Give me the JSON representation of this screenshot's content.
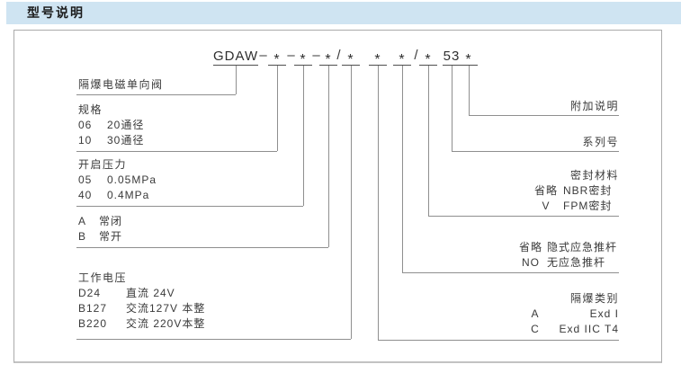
{
  "header": {
    "title": "型号说明"
  },
  "model_code": {
    "full": "GDAW-*-*-*/* * */* 53 *",
    "tokens": [
      "GDAW",
      "–",
      "*",
      "–",
      "*",
      "–",
      "*",
      "/",
      "*",
      "*",
      "*",
      "/",
      "*",
      "53",
      "*"
    ]
  },
  "left_blocks": [
    {
      "title": "隔爆电磁单向阀",
      "rows": []
    },
    {
      "title": "规格",
      "rows": [
        {
          "c": "06",
          "d": "20通径"
        },
        {
          "c": "10",
          "d": "30通径"
        }
      ]
    },
    {
      "title": "开启压力",
      "rows": [
        {
          "c": "05",
          "d": "0.05MPa"
        },
        {
          "c": "40",
          "d": "0.4MPa"
        }
      ]
    },
    {
      "title": "",
      "rows": [
        {
          "c": "A",
          "d": "常闭"
        },
        {
          "c": "B",
          "d": "常开"
        }
      ]
    },
    {
      "title": "工作电压",
      "rows": [
        {
          "c": "D24",
          "d": "直流 24V"
        },
        {
          "c": "B127",
          "d": "交流127V 本整"
        },
        {
          "c": "B220",
          "d": "交流 220V本整"
        }
      ]
    }
  ],
  "right_blocks": [
    {
      "title": "附加说明",
      "rows": []
    },
    {
      "title": "系列号",
      "rows": []
    },
    {
      "title": "密封材料",
      "rows": [
        {
          "c": "省略",
          "d": "NBR密封"
        },
        {
          "c": "V",
          "d": "FPM密封"
        }
      ]
    },
    {
      "title": "",
      "rows": [
        {
          "c": "省略",
          "d": "隐式应急推杆"
        },
        {
          "c": "NO",
          "d": "无应急推杆"
        }
      ]
    },
    {
      "title": "隔爆类别",
      "rows": [
        {
          "c": "A",
          "d": "Exd I"
        },
        {
          "c": "C",
          "d": "Exd IIC T4"
        }
      ]
    }
  ],
  "colors": {
    "header_bg": "#cfe4f2",
    "line": "#8f8f8f",
    "text": "#3a3a3a"
  }
}
